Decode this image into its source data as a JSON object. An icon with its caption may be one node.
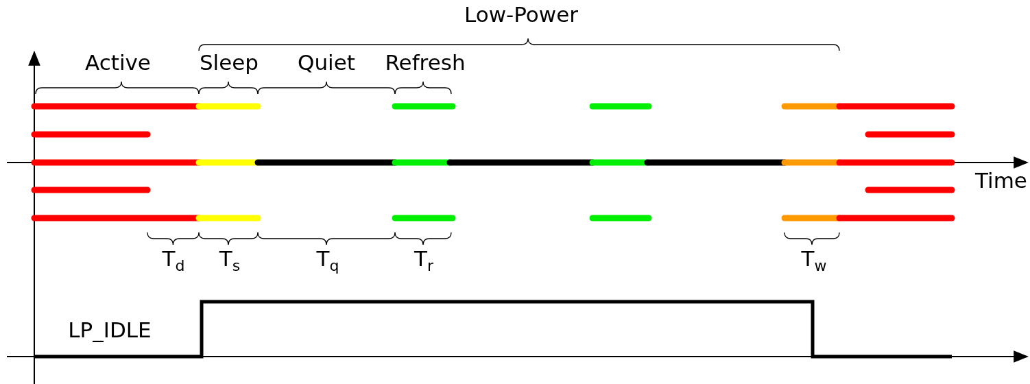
{
  "diagram": {
    "labels": [
      "Low-Power",
      "Active",
      "Sleep",
      "Quiet",
      "Refresh",
      "Time",
      "T$_{d}$",
      "T$_{s}$",
      "T$_{q}$",
      "T$_{r}$",
      "T$_{w}$",
      "LP_IDLE"
    ]
  }
}
